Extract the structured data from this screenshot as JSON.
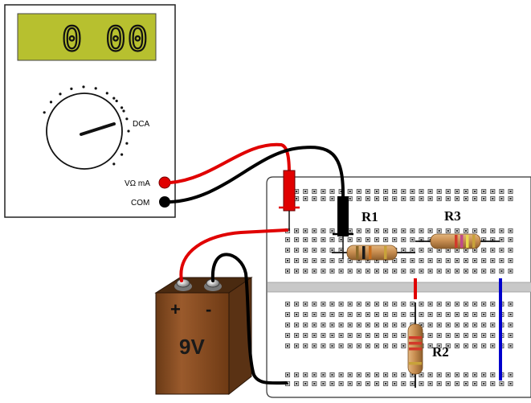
{
  "multimeter": {
    "display": "0 00",
    "mode_label": "DCA",
    "jack_positive_label": "VΩ mA",
    "jack_common_label": "COM",
    "lcd_color": "#b7c02f",
    "jack_positive_color": "#e00000",
    "jack_common_color": "#000000"
  },
  "battery": {
    "positive_label": "+",
    "negative_label": "-",
    "voltage_label": "9V",
    "body_color": "#8a4d24"
  },
  "breadboard": {
    "resistors": [
      {
        "label": "R1",
        "bands": [
          "#8a6a2a",
          "#1a1a1a",
          "#c86e1e",
          "#c8a23a"
        ]
      },
      {
        "label": "R3",
        "bands": [
          "#d23a2a",
          "#c04a8a",
          "#e8d84a",
          "#c8a23a"
        ]
      },
      {
        "label": "R2",
        "bands": [
          "#d23a2a",
          "#d23a2a",
          "#d23a2a",
          "#c8a23a"
        ]
      }
    ],
    "jumper_colors": {
      "red": "#e00000",
      "blue": "#0000cc"
    }
  }
}
